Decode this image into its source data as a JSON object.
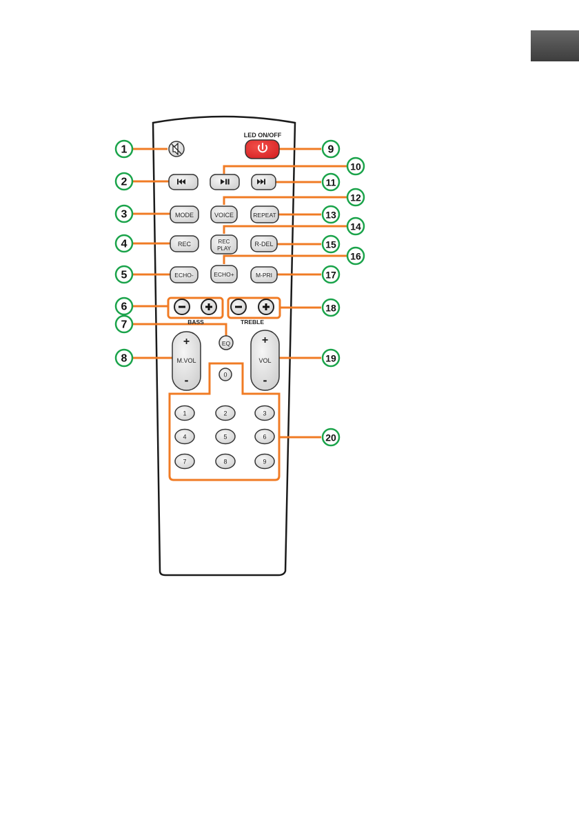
{
  "remote": {
    "led_label": "LED ON/OFF",
    "buttons": {
      "echo_minus": "ECHO-",
      "echo_plus": "ECHO+",
      "m_pri": "M-PRI",
      "mode": "MODE",
      "voice": "VOICE",
      "repeat": "REPEAT",
      "rec": "REC",
      "rec_play_line1": "REC",
      "rec_play_line2": "PLAY",
      "r_del": "R-DEL",
      "eq": "EQ",
      "m_vol": "M.VOL",
      "vol": "VOL",
      "plus": "+",
      "minus": "-",
      "zero": "0"
    },
    "bass_label": "BASS",
    "treble_label": "TREBLE",
    "numpad": [
      "1",
      "2",
      "3",
      "4",
      "5",
      "6",
      "7",
      "8",
      "9"
    ]
  },
  "callouts": [
    "1",
    "2",
    "3",
    "4",
    "5",
    "6",
    "7",
    "8",
    "9",
    "10",
    "11",
    "12",
    "13",
    "14",
    "15",
    "16",
    "17",
    "18",
    "19",
    "20"
  ],
  "colors": {
    "leader": "#f07b24",
    "callout_ring": "#1aa34a",
    "power": "#e4252a",
    "button_fill": "#e2e2e2",
    "tab": "#555555"
  },
  "icons": {
    "mute": "mute-icon",
    "power": "power-icon",
    "prev": "skip-previous-icon",
    "play_pause": "play-pause-icon",
    "next": "skip-next-icon"
  }
}
